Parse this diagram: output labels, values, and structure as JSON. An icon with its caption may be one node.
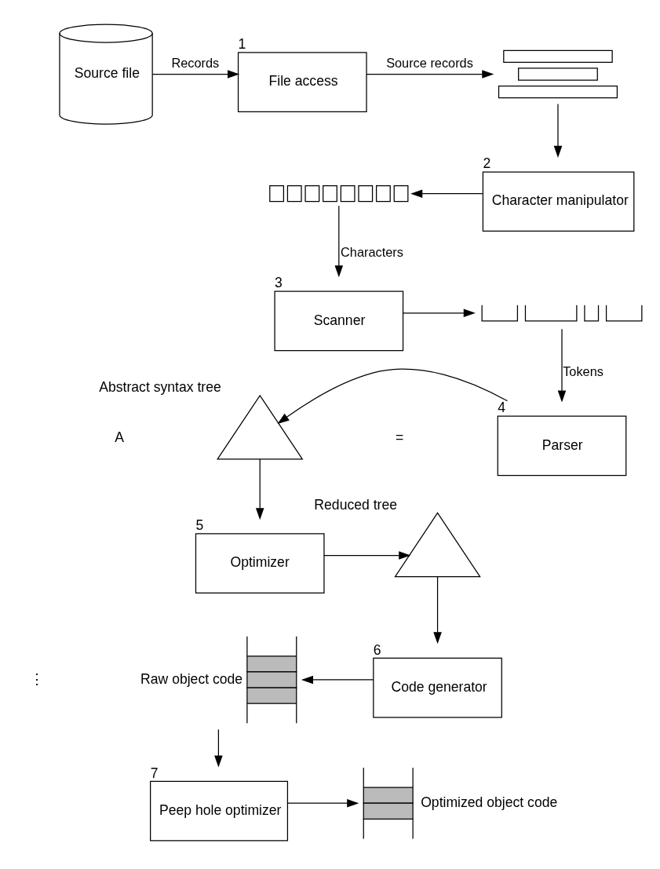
{
  "diagram": {
    "nodes": [
      {
        "text": [
          "Source file"
        ]
      },
      {
        "text": [
          "File access"
        ],
        "beside": [
          "1"
        ]
      },
      {
        "text": [],
        "shape": "picture"
      },
      {
        "text": [
          "Character manipulator"
        ],
        "beside": [
          "2"
        ]
      },
      {
        "text": [],
        "shape": "picture"
      },
      {
        "text": [
          "Scanner"
        ],
        "beside": [
          "3"
        ]
      },
      {
        "text": [],
        "shape": "picture"
      },
      {
        "text": [
          "Parser"
        ],
        "beside": [
          "4"
        ]
      },
      {
        "text": [],
        "shape": "picture",
        "beside": [
          "Abstract syntax tree"
        ]
      },
      {
        "text": [
          "Optimizer"
        ],
        "beside": [
          "5"
        ]
      },
      {
        "text": [],
        "shape": "picture",
        "beside": [
          "Reduced tree"
        ]
      },
      {
        "text": [
          "Code generator"
        ],
        "beside": [
          "6"
        ]
      },
      {
        "text": [],
        "shape": "picture",
        "beside": [
          "Raw object code"
        ]
      },
      {
        "text": [
          "Peep hole optimizer"
        ],
        "beside": [
          "7"
        ]
      },
      {
        "text": [],
        "shape": "picture",
        "beside": [
          "Optimized object code"
        ]
      }
    ],
    "edges": [
      {
        "from": 0,
        "to": 1,
        "arrow": "to",
        "label": "Records"
      },
      {
        "from": 1,
        "to": 2,
        "arrow": "to",
        "label": "Source records"
      },
      {
        "from": 2,
        "to": 3,
        "arrow": "to"
      },
      {
        "from": 3,
        "to": 4,
        "arrow": "to"
      },
      {
        "from": 4,
        "to": 5,
        "arrow": "to",
        "label": "Characters"
      },
      {
        "from": 5,
        "to": 6,
        "arrow": "to"
      },
      {
        "from": 6,
        "to": 7,
        "arrow": "to",
        "label": "Tokens"
      },
      {
        "from": 7,
        "to": 8,
        "arrow": "to"
      },
      {
        "from": 8,
        "to": 9,
        "arrow": "to"
      },
      {
        "from": 9,
        "to": 10,
        "arrow": "to"
      },
      {
        "from": 10,
        "to": 11,
        "arrow": "to"
      },
      {
        "from": 11,
        "to": 12,
        "arrow": "to"
      },
      {
        "from": 12,
        "to": 13,
        "arrow": "to"
      },
      {
        "from": 13,
        "to": 14,
        "arrow": "to"
      }
    ],
    "labels": [
      "=",
      "A",
      "⋮"
    ]
  }
}
